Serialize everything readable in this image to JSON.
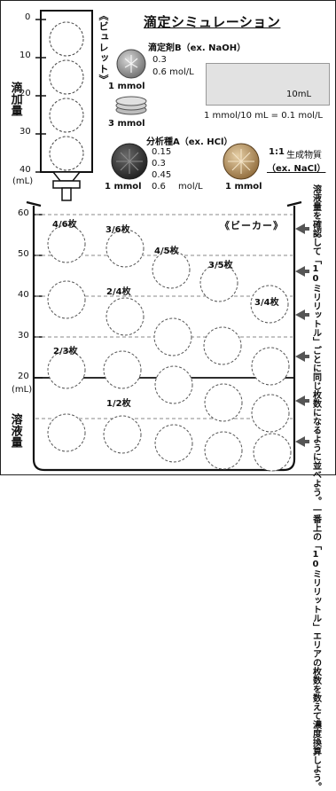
{
  "title": "滴定シミュレーション",
  "burette": {
    "label": "《ビュレット》",
    "ticks": [
      "0",
      "10",
      "20",
      "30",
      "40"
    ],
    "unit": "(mL)",
    "side_title": "滴加量"
  },
  "titrant": {
    "label": "滴定剤B（ex. NaOH）",
    "line1": "0.3",
    "line2": "0.6 mol/L",
    "amount1": "1 mmol",
    "amount2": "3 mmol"
  },
  "info_box": {
    "volume": "10mL",
    "equation": "1 mmol/10 mL = 0.1 mol/L"
  },
  "analyte": {
    "label": "分析種A（ex. HCl）",
    "values": [
      "0.15",
      "0.3",
      "0.45",
      "0.6"
    ],
    "unit": "mol/L",
    "amount": "1 mmol"
  },
  "product": {
    "ratio": "1:1",
    "label": "生成物質",
    "example": "（ex. NaCl）",
    "amount": "1 mmol"
  },
  "beaker": {
    "label": "《ビーカー》",
    "ticks": [
      "60",
      "50",
      "40",
      "30",
      "20"
    ],
    "unit": "(mL)",
    "side_title": "溶液量",
    "counts": [
      "4/6枚",
      "3/6枚",
      "4/5枚",
      "3/5枚",
      "2/4枚",
      "3/4枚",
      "2/3枚",
      "1/2枚"
    ]
  },
  "instruction": "溶液量を確認して「10ミリリットル」ごとに同じ枚数になるように並べよう。一番上の「10ミリリットル」エリアの枚数を数えて濃度換算しよう。",
  "colors": {
    "titrant_disc": "#8a8a8a",
    "analyte_disc": "#3a3a3a",
    "product_disc": "#b08a55",
    "box_bg": "#e2e2e2"
  }
}
